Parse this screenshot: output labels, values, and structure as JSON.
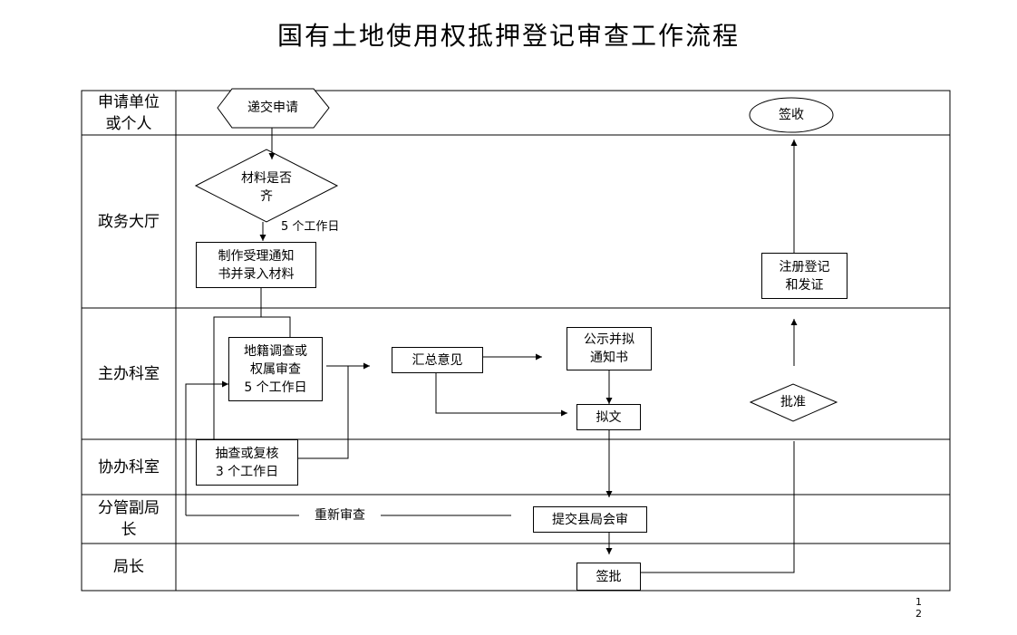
{
  "title": "国有土地使用权抵押登记审查工作流程",
  "lanes": [
    "申请单位或个人",
    "政务大厅",
    "主办科室",
    "协办科室",
    "分管副局长",
    "局长"
  ],
  "lane_labels": {
    "applicant": [
      "申请单位",
      "或个人"
    ],
    "hall": "政务大厅",
    "main_office": "主办科室",
    "assist_office": "协办科室",
    "deputy": [
      "分管副局",
      "长"
    ],
    "director": "局长"
  },
  "nodes": {
    "submit": "递交申请",
    "sign_receive": "签收",
    "materials_check": [
      "材料是否",
      "齐"
    ],
    "five_days_1": "5 个工作日",
    "make_notice": [
      "制作受理通知",
      "书并录入材料"
    ],
    "register_issue": [
      "注册登记",
      "和发证"
    ],
    "survey": [
      "地籍调查或",
      "权属审查",
      "5 个工作日"
    ],
    "summary": "汇总意见",
    "publicize": [
      "公示并拟",
      "通知书"
    ],
    "draft": "拟文",
    "approve": "批准",
    "spot_check": [
      "抽查或复核",
      "3 个工作日"
    ],
    "re_review": "重新审查",
    "submit_meeting": "提交县局会审",
    "sign_approve": "签批"
  },
  "page_number": [
    "1",
    "2"
  ]
}
